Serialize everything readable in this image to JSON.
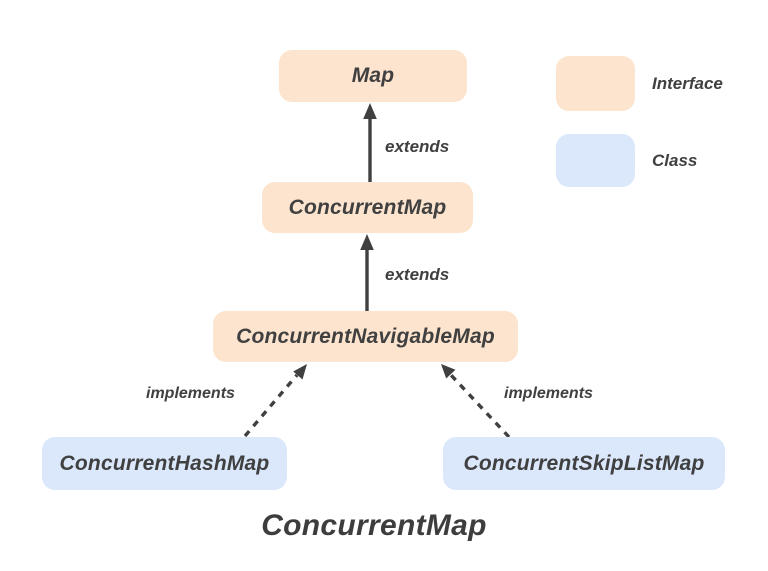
{
  "diagram": {
    "title": "ConcurrentMap",
    "colors": {
      "interface_fill": "#FCE4CE",
      "class_fill": "#DBE8FC",
      "text": "#404040",
      "arrow": "#404040",
      "background": "#FFFFFF"
    },
    "nodes": {
      "map": {
        "label": "Map",
        "type": "interface"
      },
      "concurrent_map": {
        "label": "ConcurrentMap",
        "type": "interface"
      },
      "concurrent_navigable_map": {
        "label": "ConcurrentNavigableMap",
        "type": "interface"
      },
      "concurrent_hash_map": {
        "label": "ConcurrentHashMap",
        "type": "class"
      },
      "concurrent_skip_list_map": {
        "label": "ConcurrentSkipListMap",
        "type": "class"
      }
    },
    "edges": {
      "extends_top": {
        "label": "extends",
        "style": "solid",
        "from": "ConcurrentMap",
        "to": "Map"
      },
      "extends_mid": {
        "label": "extends",
        "style": "solid",
        "from": "ConcurrentNavigableMap",
        "to": "ConcurrentMap"
      },
      "implements_left": {
        "label": "implements",
        "style": "dashed",
        "from": "ConcurrentHashMap",
        "to": "ConcurrentNavigableMap"
      },
      "implements_right": {
        "label": "implements",
        "style": "dashed",
        "from": "ConcurrentSkipListMap",
        "to": "ConcurrentNavigableMap"
      }
    },
    "legend": {
      "items": [
        {
          "label": "Interface",
          "swatch": "interface"
        },
        {
          "label": "Class",
          "swatch": "class"
        }
      ]
    }
  }
}
